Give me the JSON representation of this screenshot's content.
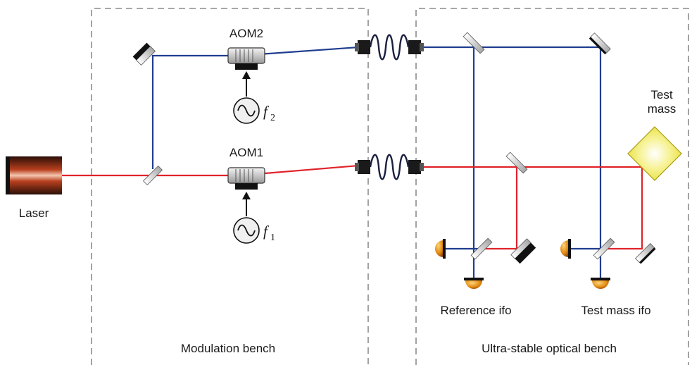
{
  "labels": {
    "laser": "Laser",
    "aom1": "AOM1",
    "aom2": "AOM2",
    "f1": "f",
    "f1_sub": "1",
    "f2": "f",
    "f2_sub": "2",
    "test_mass_line1": "Test",
    "test_mass_line2": "mass",
    "reference_ifo": "Reference ifo",
    "test_mass_ifo": "Test mass ifo",
    "modulation_bench": "Modulation bench",
    "optical_bench": "Ultra-stable optical bench"
  },
  "colors": {
    "blue_beam": "#1f3d8f",
    "red_beam": "#e0232a",
    "test_mass": "#f2ee4a",
    "photodiode": "#e08a10",
    "bench_border": "#8c8c8c"
  },
  "icons": [
    "laser-icon",
    "aom-icon",
    "signal-generator-icon",
    "fiber-coupler-icon",
    "mirror-icon",
    "beamsplitter-icon",
    "photodiode-icon",
    "test-mass-icon"
  ]
}
